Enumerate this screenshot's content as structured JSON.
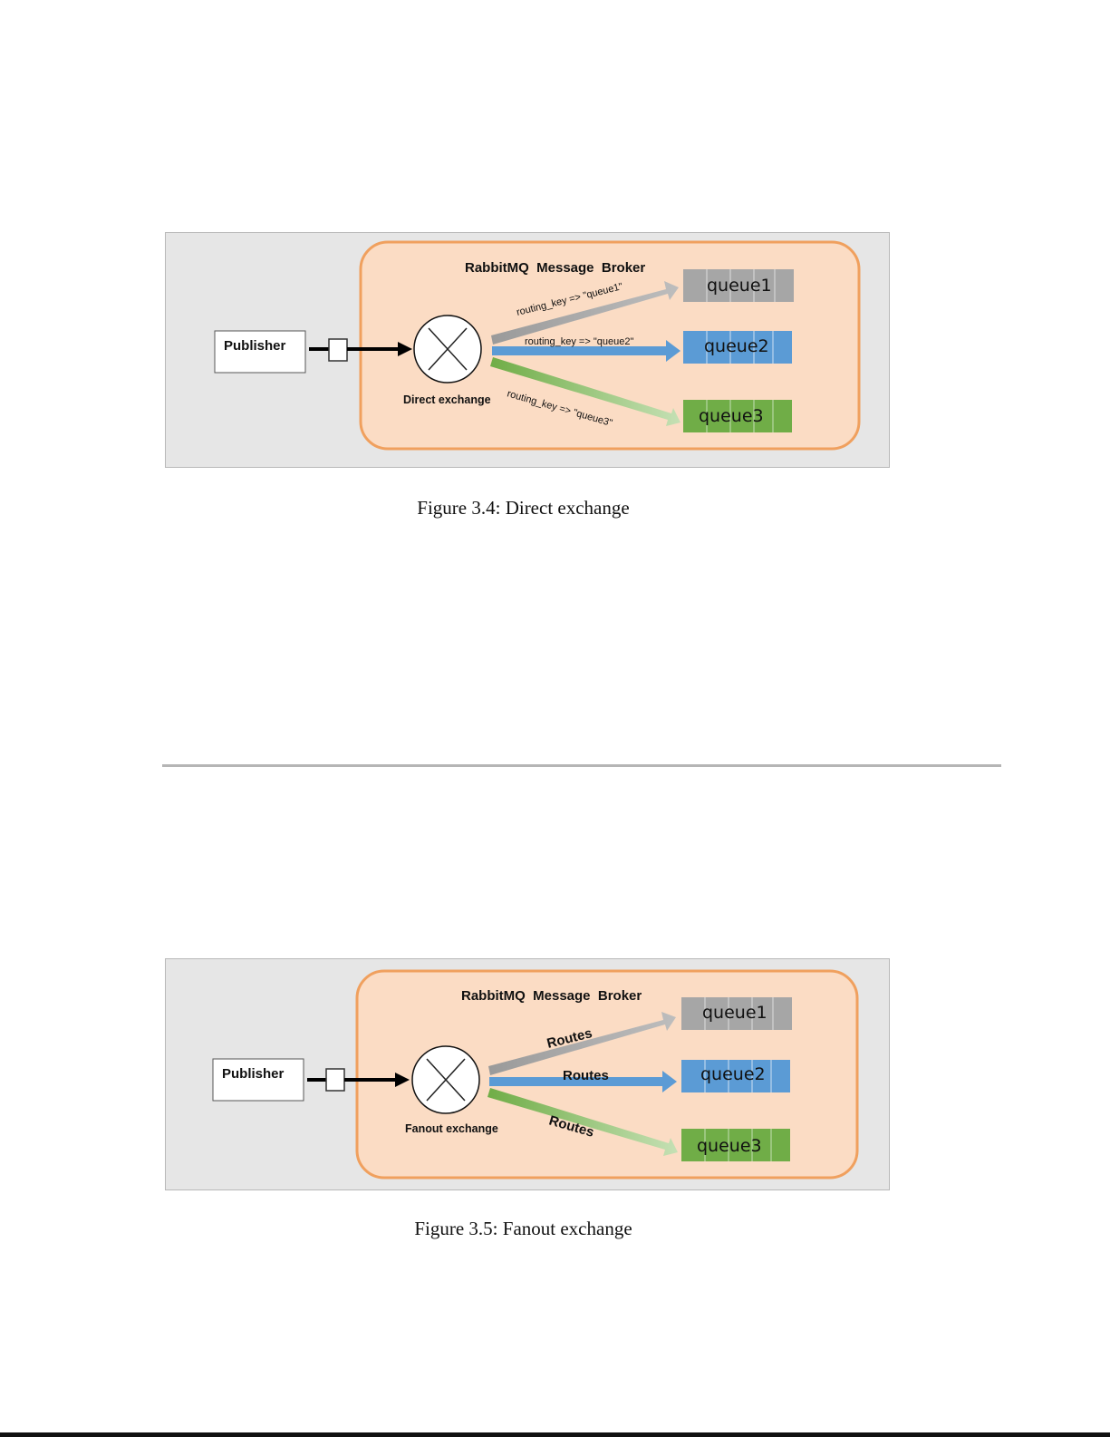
{
  "figures": [
    {
      "broker_title": "RabbitMQ  Message  Broker",
      "publisher": "Publisher",
      "exchange": "Direct exchange",
      "queues": [
        "queue1",
        "queue2",
        "queue3"
      ],
      "routes": [
        "routing_key => \"queue1\"",
        "routing_key => \"queue2\"",
        "routing_key => \"queue3\""
      ],
      "caption": "Figure 3.4: Direct exchange"
    },
    {
      "broker_title": "RabbitMQ  Message  Broker",
      "publisher": "Publisher",
      "exchange": "Fanout exchange",
      "queues": [
        "queue1",
        "queue2",
        "queue3"
      ],
      "routes": [
        "Routes",
        "Routes",
        "Routes"
      ],
      "caption": "Figure 3.5: Fanout exchange"
    }
  ],
  "colors": {
    "broker_fill": "#fbdcc4",
    "broker_border": "#f0a05e",
    "queue1": "#a6a6a6",
    "queue2": "#5b9bd5",
    "queue3": "#70ad47",
    "arrow_gray": "#a6a6a6",
    "arrow_blue": "#5b9bd5",
    "arrow_green": "#92d050"
  }
}
